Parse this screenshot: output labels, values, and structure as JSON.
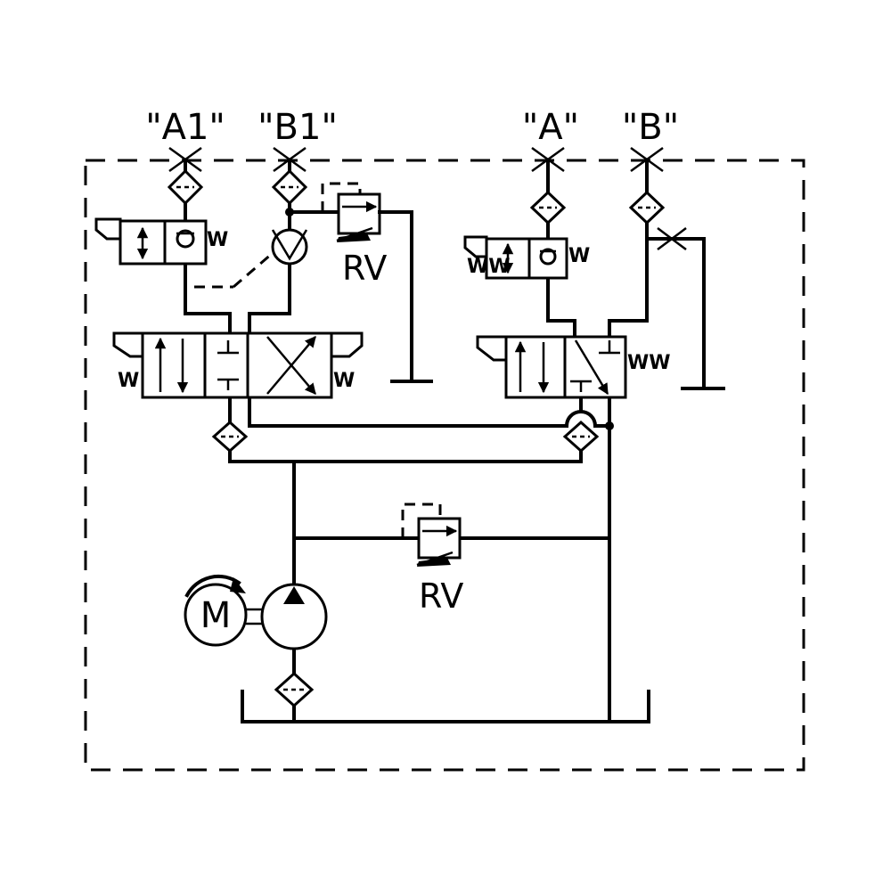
{
  "ports": {
    "a1": "\"A1\"",
    "b1": "\"B1\"",
    "a": "\"A\"",
    "b": "\"B\""
  },
  "relief_valves": {
    "upper": "RV",
    "lower": "RV"
  },
  "motor": {
    "label": "M"
  },
  "springs": {
    "symbol": "W",
    "symbol_wide": "WW"
  }
}
